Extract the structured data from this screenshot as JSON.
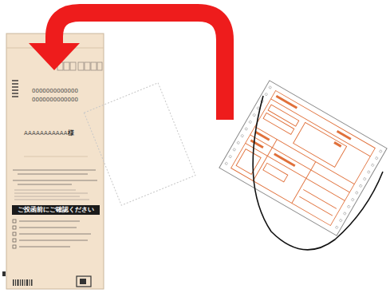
{
  "diagram": {
    "labels": [
      "0000000000000",
      "0000000000000",
      "AAAAAAAAAAA",
      "様",
      "ご投函前にご確認ください"
    ]
  }
}
